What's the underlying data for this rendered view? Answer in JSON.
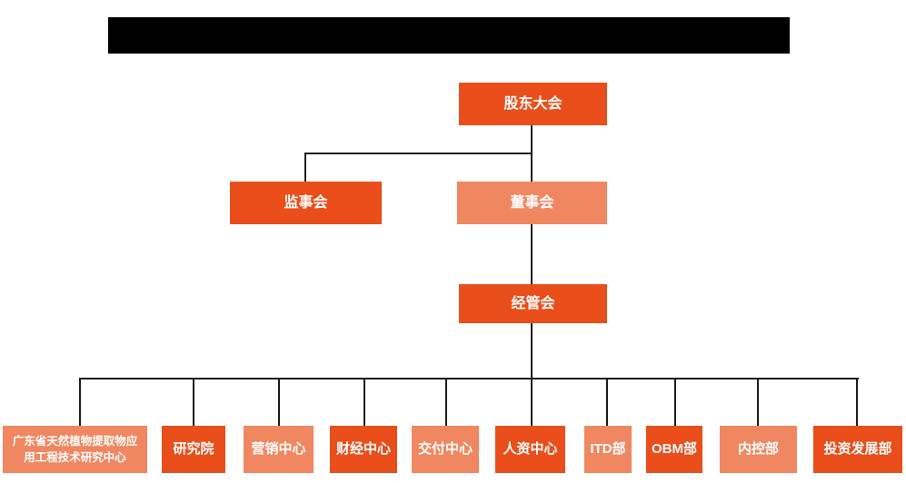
{
  "colors": {
    "primary": "#E94E1B",
    "secondary": "#F08760",
    "line": "#1c1c1c",
    "node_text": "#ffffff",
    "redaction": "#000000",
    "background": "#ffffff"
  },
  "title_bar": {
    "redacted": true,
    "text": ""
  },
  "org": {
    "nodes": {
      "shareholders": {
        "label": "股东大会",
        "variant": "primary"
      },
      "supervisors": {
        "label": "监事会",
        "variant": "primary"
      },
      "directors": {
        "label": "董事会",
        "variant": "secondary"
      },
      "management": {
        "label": "经管会",
        "variant": "primary"
      },
      "departments": [
        {
          "label": "广东省天然植物提取物应用工程技术研究中心",
          "variant": "secondary"
        },
        {
          "label": "研究院",
          "variant": "primary"
        },
        {
          "label": "营销中心",
          "variant": "secondary"
        },
        {
          "label": "财经中心",
          "variant": "primary"
        },
        {
          "label": "交付中心",
          "variant": "secondary"
        },
        {
          "label": "人资中心",
          "variant": "primary"
        },
        {
          "label": "ITD部",
          "variant": "secondary"
        },
        {
          "label": "OBM部",
          "variant": "primary"
        },
        {
          "label": "内控部",
          "variant": "secondary"
        },
        {
          "label": "投资发展部",
          "variant": "primary"
        }
      ]
    },
    "edges": [
      [
        "股东大会",
        "监事会"
      ],
      [
        "股东大会",
        "董事会"
      ],
      [
        "董事会",
        "经管会"
      ],
      [
        "经管会",
        "广东省天然植物提取物应用工程技术研究中心"
      ],
      [
        "经管会",
        "研究院"
      ],
      [
        "经管会",
        "营销中心"
      ],
      [
        "经管会",
        "财经中心"
      ],
      [
        "经管会",
        "交付中心"
      ],
      [
        "经管会",
        "人资中心"
      ],
      [
        "经管会",
        "ITD部"
      ],
      [
        "经管会",
        "OBM部"
      ],
      [
        "经管会",
        "内控部"
      ],
      [
        "经管会",
        "投资发展部"
      ]
    ]
  }
}
